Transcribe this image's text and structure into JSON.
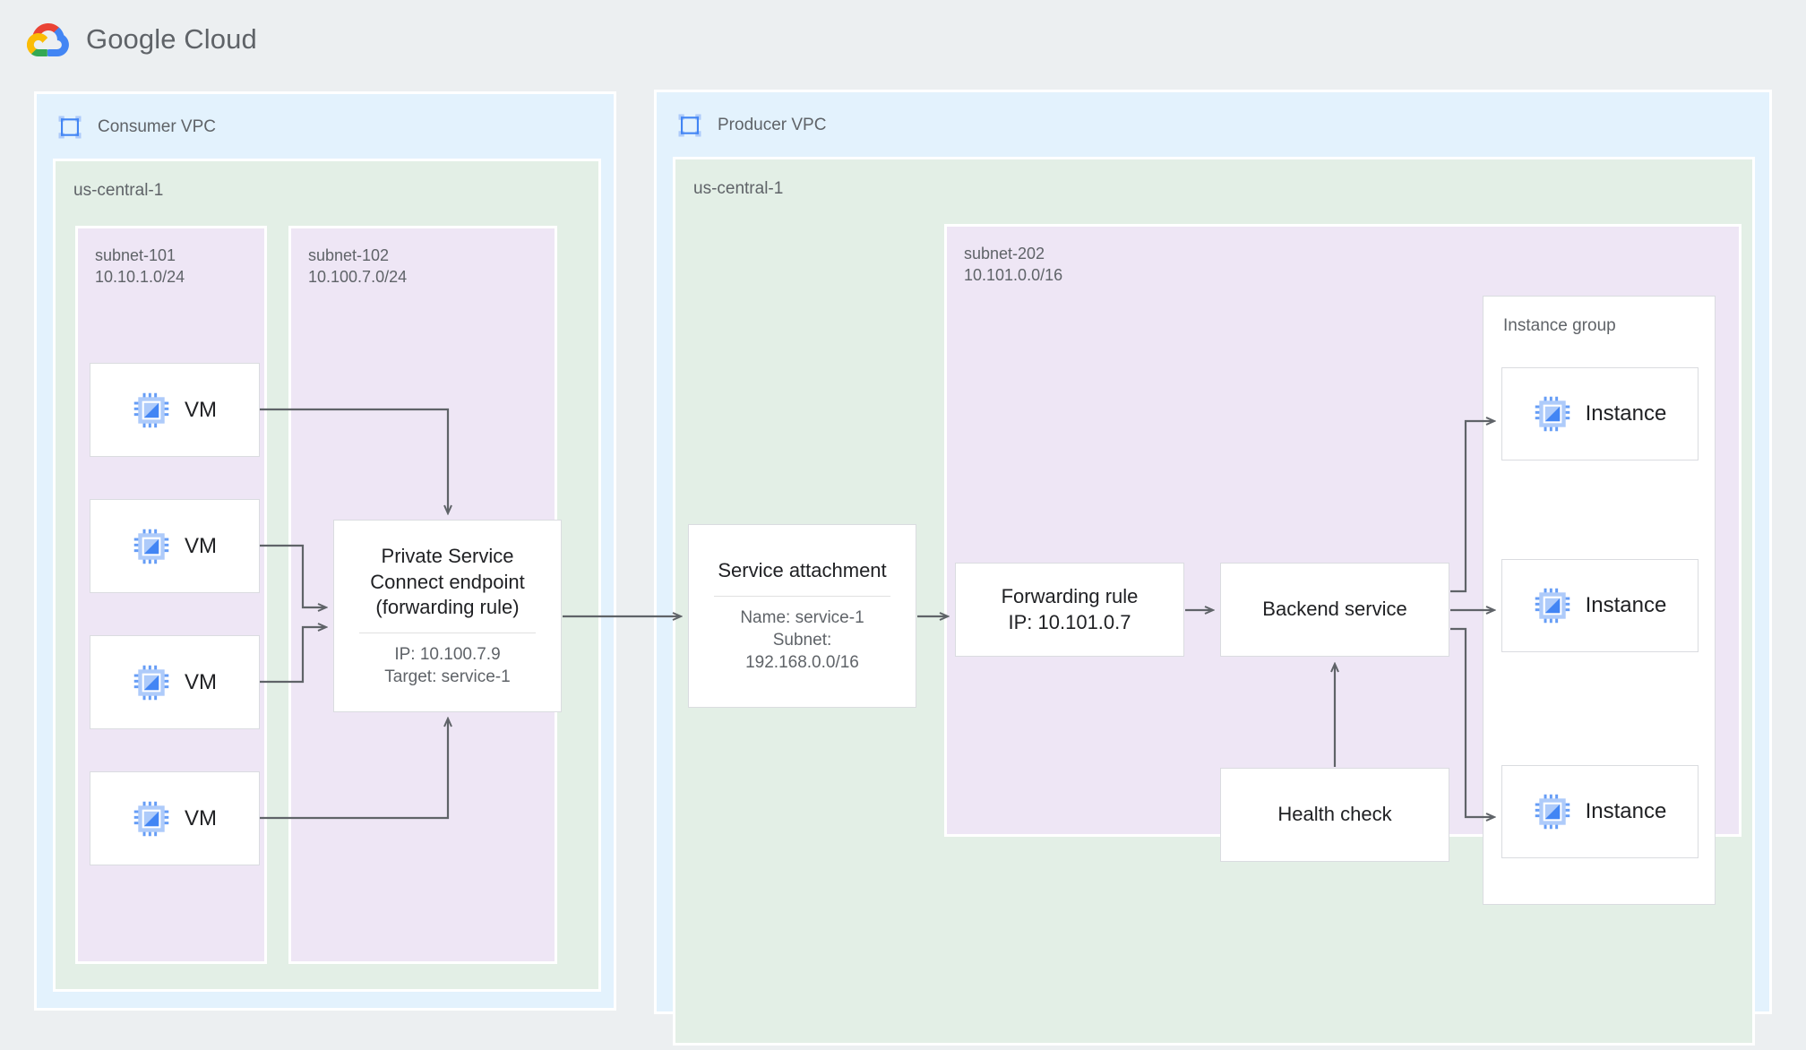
{
  "header": {
    "brand_google": "Google",
    "brand_cloud": "Cloud",
    "logo_icon": "google-cloud-logo"
  },
  "consumer_vpc": {
    "label": "Consumer VPC",
    "icon": "vpc-network-icon",
    "region": "us-central-1",
    "subnet_101": {
      "name": "subnet-101",
      "cidr": "10.10.1.0/24",
      "label": "subnet-101\n10.10.1.0/24"
    },
    "subnet_102": {
      "name": "subnet-102",
      "cidr": "10.100.7.0/24",
      "label": "subnet-102\n10.100.7.0/24"
    },
    "vms": [
      {
        "label": "VM",
        "icon": "compute-instance-icon"
      },
      {
        "label": "VM",
        "icon": "compute-instance-icon"
      },
      {
        "label": "VM",
        "icon": "compute-instance-icon"
      },
      {
        "label": "VM",
        "icon": "compute-instance-icon"
      }
    ],
    "psc_endpoint": {
      "title": "Private Service\nConnect endpoint\n(forwarding rule)",
      "ip": "IP: 10.100.7.9",
      "target": "Target: service-1"
    }
  },
  "producer_vpc": {
    "label": "Producer VPC",
    "icon": "vpc-network-icon",
    "region": "us-central-1",
    "subnet_202": {
      "name": "subnet-202",
      "cidr": "10.101.0.0/16",
      "label": "subnet-202\n10.101.0.0/16"
    },
    "service_attachment": {
      "title": "Service attachment",
      "name": "Name: service-1",
      "subnet_line1": "Subnet:",
      "subnet_line2": "192.168.0.0/16"
    },
    "forwarding_rule": {
      "line1": "Forwarding rule",
      "line2": "IP: 10.101.0.7"
    },
    "backend_service": {
      "title": "Backend service"
    },
    "health_check": {
      "title": "Health check"
    },
    "instance_group": {
      "title": "Instance group",
      "instances": [
        {
          "label": "Instance",
          "icon": "compute-instance-icon"
        },
        {
          "label": "Instance",
          "icon": "compute-instance-icon"
        },
        {
          "label": "Instance",
          "icon": "compute-instance-icon"
        }
      ]
    }
  },
  "colors": {
    "page_bg": "#eceff1",
    "vpc_bg": "#e3f2fd",
    "region_bg": "#e3efe6",
    "subnet_bg": "#eee6f5",
    "card_bg": "#ffffff",
    "card_border": "#dadce0",
    "connector": "#5f6368",
    "icon_blue": "#4285f4",
    "icon_blue_light": "#a8c7fa",
    "text_primary": "#202124",
    "text_secondary": "#5f6368"
  }
}
